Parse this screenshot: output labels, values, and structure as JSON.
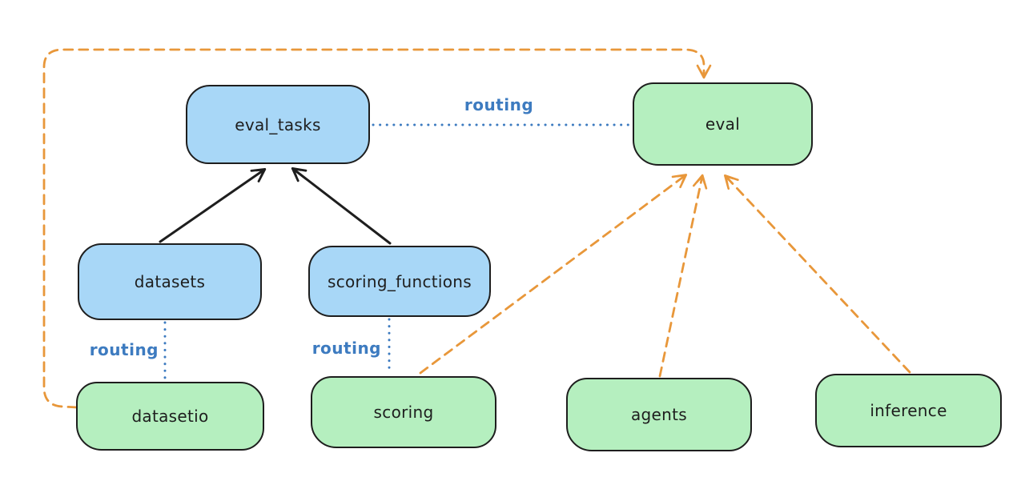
{
  "diagram": {
    "nodes": {
      "eval_tasks": {
        "label": "eval_tasks",
        "fill": "blue"
      },
      "eval": {
        "label": "eval",
        "fill": "green"
      },
      "datasets": {
        "label": "datasets",
        "fill": "blue"
      },
      "scoring_functions": {
        "label": "scoring_functions",
        "fill": "blue"
      },
      "datasetio": {
        "label": "datasetio",
        "fill": "green"
      },
      "scoring": {
        "label": "scoring",
        "fill": "green"
      },
      "agents": {
        "label": "agents",
        "fill": "green"
      },
      "inference": {
        "label": "inference",
        "fill": "green"
      }
    },
    "edge_label": {
      "routing": "routing"
    },
    "edges": [
      {
        "from": "datasets",
        "to": "eval_tasks",
        "style": "solid-black-arrow"
      },
      {
        "from": "scoring_functions",
        "to": "eval_tasks",
        "style": "solid-black-arrow"
      },
      {
        "from": "eval_tasks",
        "to": "eval",
        "style": "dotted-blue",
        "label": "routing"
      },
      {
        "from": "datasets",
        "to": "datasetio",
        "style": "dotted-blue",
        "label": "routing"
      },
      {
        "from": "scoring_functions",
        "to": "scoring",
        "style": "dotted-blue",
        "label": "routing"
      },
      {
        "from": "datasetio",
        "to": "eval",
        "style": "dashed-orange-arrow",
        "route": "around-top-left"
      },
      {
        "from": "scoring",
        "to": "eval",
        "style": "dashed-orange-arrow"
      },
      {
        "from": "agents",
        "to": "eval",
        "style": "dashed-orange-arrow"
      },
      {
        "from": "inference",
        "to": "eval",
        "style": "dashed-orange-arrow"
      }
    ],
    "colors": {
      "ink": "#1e1e1e",
      "orange": "#e8973a",
      "blue": "#3d7bc0",
      "node_blue": "#a8d7f7",
      "node_green": "#b5efbf",
      "bg": "#ffffff"
    }
  }
}
